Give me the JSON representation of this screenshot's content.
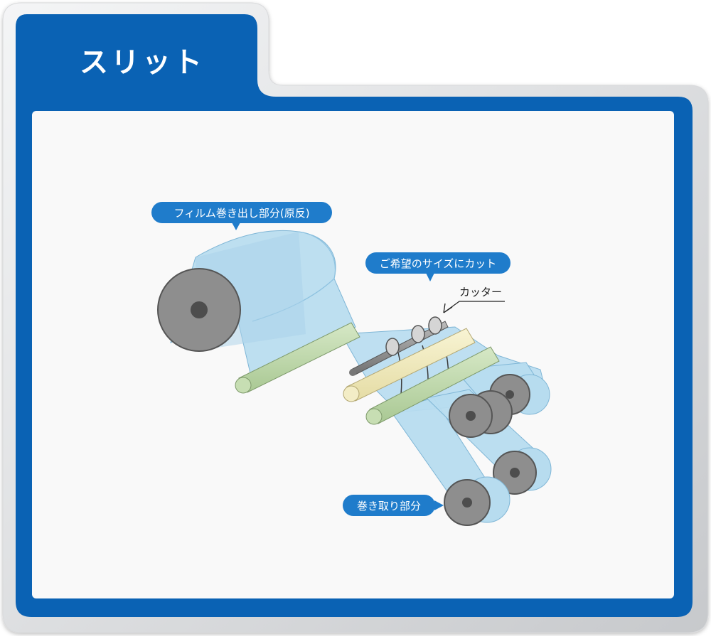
{
  "panel": {
    "title": "スリット",
    "accent_color": "#0a62b4"
  },
  "diagram": {
    "labels": {
      "unwind": "フィルム巻き出し部分(原反)",
      "cut": "ご希望のサイズにカット",
      "cutter": "カッター",
      "rewind": "巻き取り部分"
    },
    "colors": {
      "film": "#b7dcef",
      "roll": "#8e8e8e",
      "guide_roller": "#bcd8a8",
      "cream_roller": "#f1ebbf",
      "bubble": "#1f7ccb"
    }
  }
}
